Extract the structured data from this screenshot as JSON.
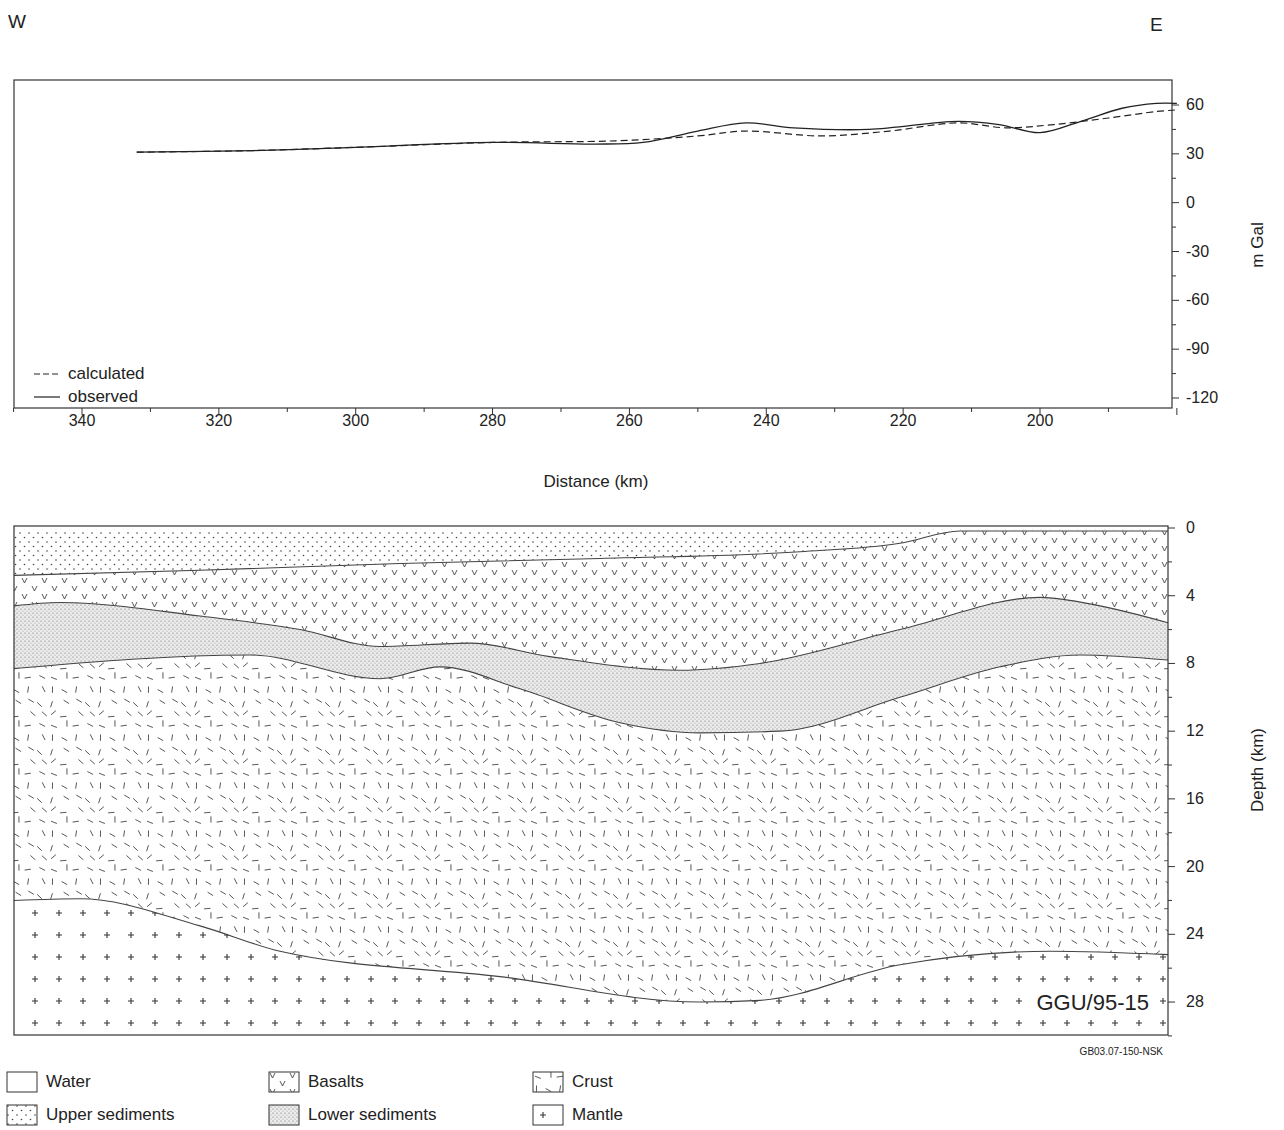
{
  "diagram": {
    "labels": [
      "W",
      "E",
      "60",
      "30",
      "0",
      "-30",
      "-60",
      "-90",
      "-120",
      "m Gal",
      "340",
      "320",
      "300",
      "280",
      "260",
      "240",
      "220",
      "200",
      "Distance (km)",
      "0",
      "4",
      "8",
      "12",
      "16",
      "20",
      "24",
      "28",
      "Depth (km)",
      "GGU/95-15",
      "GB03.07-150-NSK"
    ],
    "legend": [
      {
        "text": "calculated"
      },
      {
        "text": "observed"
      },
      {
        "text": "Water"
      },
      {
        "text": "Basalts"
      },
      {
        "text": "Crust"
      },
      {
        "text": "Upper sediments"
      },
      {
        "text": "Lower sediments"
      },
      {
        "text": "Mantle"
      }
    ]
  }
}
